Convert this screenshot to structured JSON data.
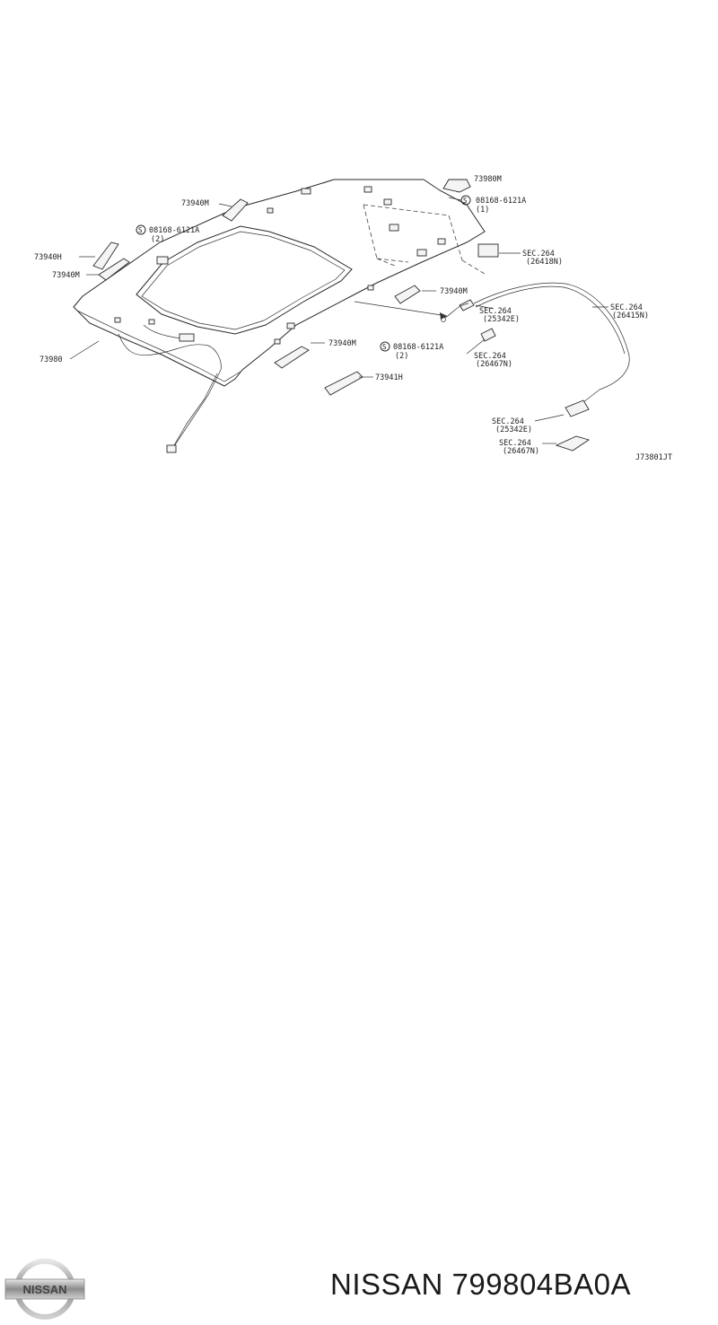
{
  "diagram": {
    "drawing_code": "J73801JT",
    "labels": {
      "top_partial": "73980M",
      "bracket_top_left": "73940M",
      "handle_left_h": "73940H",
      "handle_left_m": "73940M",
      "headlining": "73980",
      "handle_mid_right": "73940M",
      "handle_lower_mid": "73940M",
      "bracket_lower": "73941H",
      "screw_top": "08168-6121A",
      "screw_top_qty": "(1)",
      "screw_left": "08168-6121A",
      "screw_left_qty": "(2)",
      "screw_lower": "08168-6121A",
      "screw_lower_qty": "(2)",
      "screw_symbol": "S",
      "sec1": "SEC.264",
      "sec1_code": "(26418N)",
      "sec2": "SEC.264",
      "sec2_code": "(25342E)",
      "sec3": "SEC.264",
      "sec3_code": "(26415N)",
      "sec4": "SEC.264",
      "sec4_code": "(26467N)",
      "sec5": "SEC.264",
      "sec5_code": "(25342E)",
      "sec6": "SEC.264",
      "sec6_code": "(26467N)"
    }
  },
  "footer": {
    "brand_part": "NISSAN 799804BA0A",
    "logo_text": "NISSAN"
  }
}
